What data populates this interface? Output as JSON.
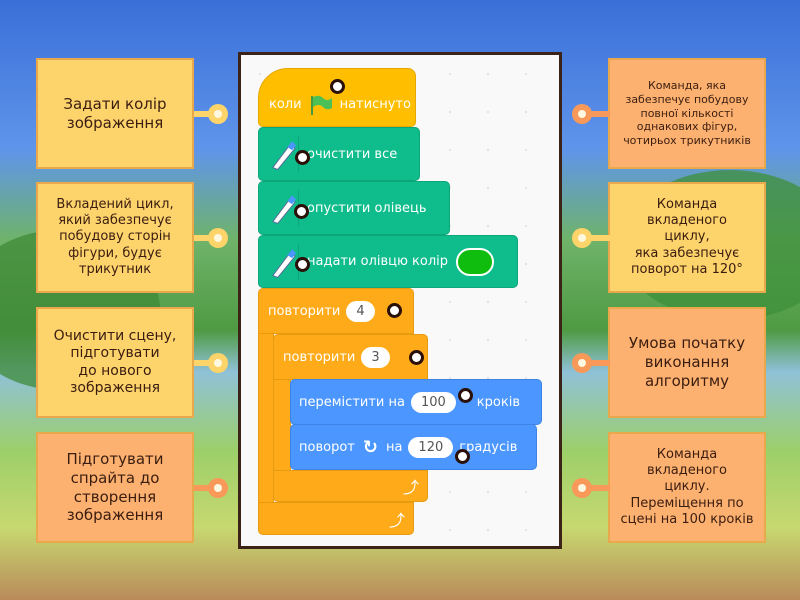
{
  "left_cards": [
    {
      "text": "Задати колір\nзображення",
      "color": "yellow"
    },
    {
      "text": "Вкладений цикл,\nякий забезпечує\nпобудову сторін\nфігури, будує\nтрикутник",
      "color": "yellow"
    },
    {
      "text": "Очистити сцену,\nпідготувати\nдо нового\nзображення",
      "color": "yellow"
    },
    {
      "text": "Підготувати\nспрайта до\nстворення\nзображення",
      "color": "orange"
    }
  ],
  "right_cards": [
    {
      "text": "Команда, яка\nзабезпечує побудову\nповної кількості\nоднакових фігур,\nчотирьох трикутників",
      "color": "orange"
    },
    {
      "text": "Команда\nвкладеного\nциклу,\nяка забезпечує\nповорот на 120°",
      "color": "yellow"
    },
    {
      "text": "Умова початку\nвиконання\nалгоритму",
      "color": "orange"
    },
    {
      "text": "Команда\nвкладеного\nциклу.\nПереміщення по\nсцені на 100 кроків",
      "color": "orange"
    }
  ],
  "script": {
    "when_flag": {
      "before": "коли",
      "after": "натиснуто"
    },
    "clear": "очистити все",
    "pen_down": "опустити олівець",
    "set_pen_color": "надати олівцю колір",
    "pen_color": "#0fbd0f",
    "repeat_outer": {
      "label": "повторити",
      "value": "4"
    },
    "repeat_inner": {
      "label": "повторити",
      "value": "3"
    },
    "move": {
      "label": "перемістити на",
      "value": "100",
      "unit": "кроків"
    },
    "turn": {
      "label": "поворот",
      "on": "на",
      "value": "120",
      "unit": "градусів"
    }
  }
}
